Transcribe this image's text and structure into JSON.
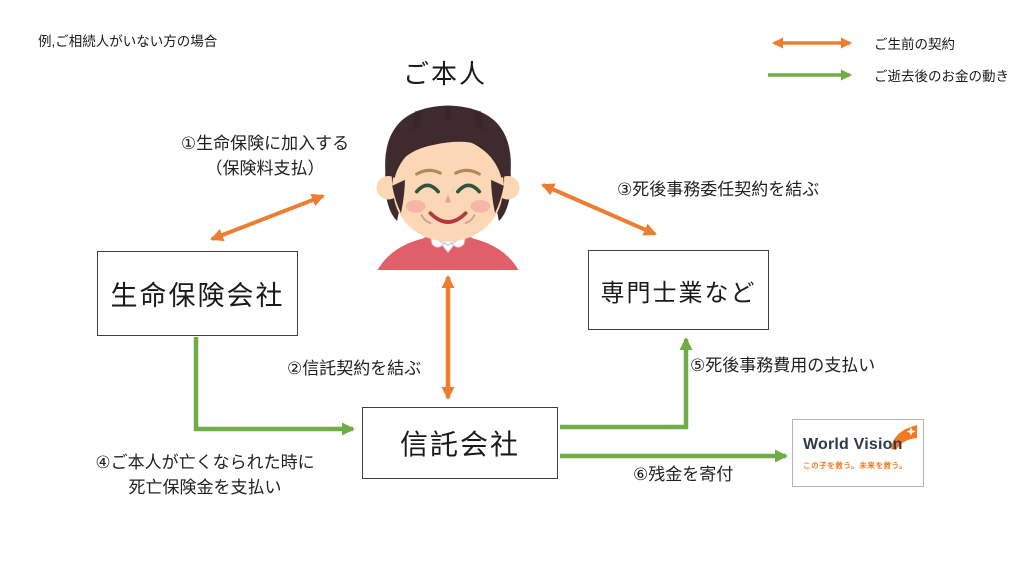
{
  "meta": {
    "note": "例,ご相続人がいない方の場合"
  },
  "legend": {
    "items": [
      {
        "label": "ご生前の契約",
        "arrow": "double",
        "color": "#ED7D31"
      },
      {
        "label": "ご逝去後のお金の動き",
        "arrow": "single",
        "color": "#70AD47"
      }
    ]
  },
  "nodes": {
    "person": {
      "label": "ご本人"
    },
    "insurance": {
      "label": "生命保険会社"
    },
    "professional": {
      "label": "専門士業など"
    },
    "trust": {
      "label": "信託会社"
    },
    "worldvision": {
      "brand": "World Vision",
      "tagline": "この子を救う。未来を救う。"
    }
  },
  "steps": {
    "s1": {
      "line1": "①生命保険に加入する",
      "line2": "（保険料支払）"
    },
    "s2": {
      "label": "②信託契約を結ぶ"
    },
    "s3": {
      "label": "③死後事務委任契約を結ぶ"
    },
    "s4": {
      "line1": "④ご本人が亡くなられた時に",
      "line2": "死亡保険金を支払い"
    },
    "s5": {
      "label": "⑤死後事務費用の支払い"
    },
    "s6": {
      "label": "⑥残金を寄付"
    }
  },
  "colors": {
    "contract_arrow": "#ED7D31",
    "money_arrow": "#70AD47",
    "worldvision_orange": "#F47920",
    "worldvision_text": "#2E3A4D"
  }
}
